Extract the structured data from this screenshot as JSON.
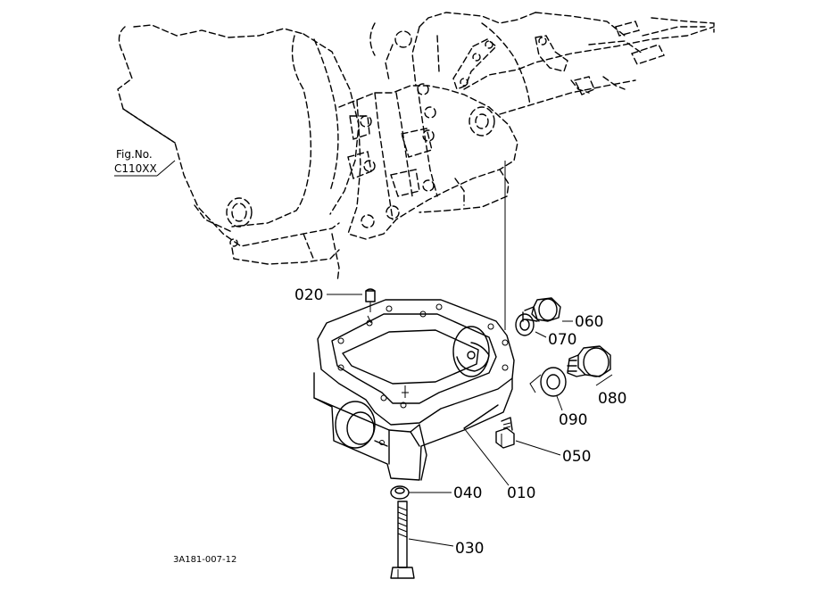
{
  "figure_ref": {
    "label_line1": "Fig.No.",
    "label_line2": "C110XX"
  },
  "drawing_code": "3A181-007-12",
  "callouts": [
    {
      "id": "010",
      "label": "010"
    },
    {
      "id": "020",
      "label": "020"
    },
    {
      "id": "030",
      "label": "030"
    },
    {
      "id": "040",
      "label": "040"
    },
    {
      "id": "050",
      "label": "050"
    },
    {
      "id": "060",
      "label": "060"
    },
    {
      "id": "070",
      "label": "070"
    },
    {
      "id": "080",
      "label": "080"
    },
    {
      "id": "090",
      "label": "090"
    }
  ]
}
